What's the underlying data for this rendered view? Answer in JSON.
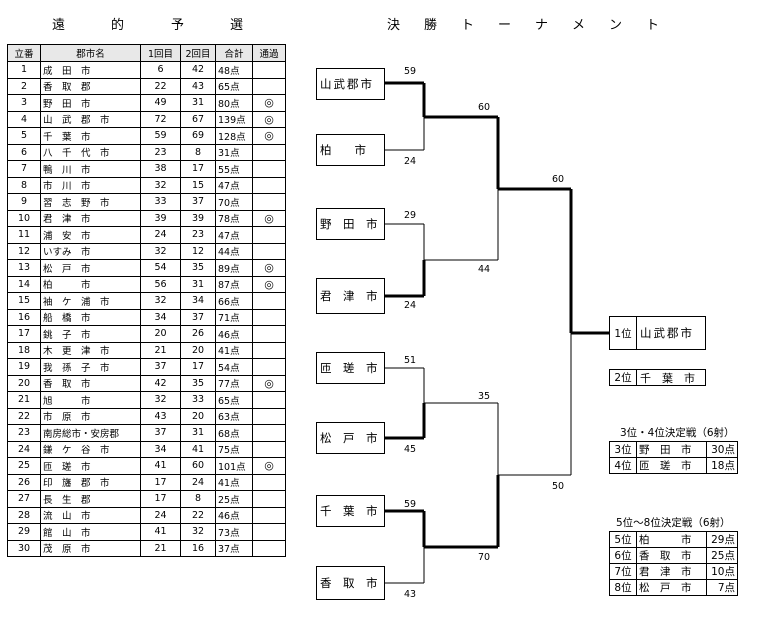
{
  "titles": {
    "qualifying": [
      "遠",
      "的",
      "予",
      "選"
    ],
    "tournament": [
      "決",
      "勝",
      "ト",
      "ー",
      "ナ",
      "メ",
      "ン",
      "ト"
    ]
  },
  "table": {
    "headers": [
      "立番",
      "郡市名",
      "1回目",
      "2回目",
      "合計",
      "通過"
    ],
    "rows": [
      {
        "no": "1",
        "city": "成　田　市",
        "r1": "6",
        "r2": "42",
        "total": "48点",
        "pass": ""
      },
      {
        "no": "2",
        "city": "香　取　郡",
        "r1": "22",
        "r2": "43",
        "total": "65点",
        "pass": ""
      },
      {
        "no": "3",
        "city": "野　田　市",
        "r1": "49",
        "r2": "31",
        "total": "80点",
        "pass": "◎"
      },
      {
        "no": "4",
        "city": "山　武　郡　市",
        "r1": "72",
        "r2": "67",
        "total": "139点",
        "pass": "◎"
      },
      {
        "no": "5",
        "city": "千　葉　市",
        "r1": "59",
        "r2": "69",
        "total": "128点",
        "pass": "◎"
      },
      {
        "no": "6",
        "city": "八　千　代　市",
        "r1": "23",
        "r2": "8",
        "total": "31点",
        "pass": ""
      },
      {
        "no": "7",
        "city": "鴨　川　市",
        "r1": "38",
        "r2": "17",
        "total": "55点",
        "pass": ""
      },
      {
        "no": "8",
        "city": "市　川　市",
        "r1": "32",
        "r2": "15",
        "total": "47点",
        "pass": ""
      },
      {
        "no": "9",
        "city": "習　志　野　市",
        "r1": "33",
        "r2": "37",
        "total": "70点",
        "pass": ""
      },
      {
        "no": "10",
        "city": "君　津　市",
        "r1": "39",
        "r2": "39",
        "total": "78点",
        "pass": "◎"
      },
      {
        "no": "11",
        "city": "浦　安　市",
        "r1": "24",
        "r2": "23",
        "total": "47点",
        "pass": ""
      },
      {
        "no": "12",
        "city": "いすみ　市",
        "r1": "32",
        "r2": "12",
        "total": "44点",
        "pass": ""
      },
      {
        "no": "13",
        "city": "松　戸　市",
        "r1": "54",
        "r2": "35",
        "total": "89点",
        "pass": "◎"
      },
      {
        "no": "14",
        "city": "柏　　　市",
        "r1": "56",
        "r2": "31",
        "total": "87点",
        "pass": "◎"
      },
      {
        "no": "15",
        "city": "袖　ケ　浦　市",
        "r1": "32",
        "r2": "34",
        "total": "66点",
        "pass": ""
      },
      {
        "no": "16",
        "city": "船　橋　市",
        "r1": "34",
        "r2": "37",
        "total": "71点",
        "pass": ""
      },
      {
        "no": "17",
        "city": "銚　子　市",
        "r1": "20",
        "r2": "26",
        "total": "46点",
        "pass": ""
      },
      {
        "no": "18",
        "city": "木　更　津　市",
        "r1": "21",
        "r2": "20",
        "total": "41点",
        "pass": ""
      },
      {
        "no": "19",
        "city": "我　孫　子　市",
        "r1": "37",
        "r2": "17",
        "total": "54点",
        "pass": ""
      },
      {
        "no": "20",
        "city": "香　取　市",
        "r1": "42",
        "r2": "35",
        "total": "77点",
        "pass": "◎"
      },
      {
        "no": "21",
        "city": "旭　　　市",
        "r1": "32",
        "r2": "33",
        "total": "65点",
        "pass": ""
      },
      {
        "no": "22",
        "city": "市　原　市",
        "r1": "43",
        "r2": "20",
        "total": "63点",
        "pass": ""
      },
      {
        "no": "23",
        "city": "南房総市・安房郡",
        "r1": "37",
        "r2": "31",
        "total": "68点",
        "pass": ""
      },
      {
        "no": "24",
        "city": "鎌　ケ　谷　市",
        "r1": "34",
        "r2": "41",
        "total": "75点",
        "pass": ""
      },
      {
        "no": "25",
        "city": "匝　瑳　市",
        "r1": "41",
        "r2": "60",
        "total": "101点",
        "pass": "◎"
      },
      {
        "no": "26",
        "city": "印　旛　郡　市",
        "r1": "17",
        "r2": "24",
        "total": "41点",
        "pass": ""
      },
      {
        "no": "27",
        "city": "長　生　郡",
        "r1": "17",
        "r2": "8",
        "total": "25点",
        "pass": ""
      },
      {
        "no": "28",
        "city": "流　山　市",
        "r1": "24",
        "r2": "22",
        "total": "46点",
        "pass": ""
      },
      {
        "no": "29",
        "city": "館　山　市",
        "r1": "41",
        "r2": "32",
        "total": "73点",
        "pass": ""
      },
      {
        "no": "30",
        "city": "茂　原　市",
        "r1": "21",
        "r2": "16",
        "total": "37点",
        "pass": ""
      }
    ]
  },
  "bracket": {
    "teams": [
      "山武郡市",
      "柏　　市",
      "野　田　市",
      "君　津　市",
      "匝　瑳　市",
      "松　戸　市",
      "千　葉　市",
      "香　取　市"
    ],
    "first_round_scores": [
      "59",
      "24",
      "29",
      "24",
      "51",
      "45",
      "59",
      "43"
    ],
    "semi_scores": [
      "60",
      "44",
      "35",
      "70"
    ],
    "final_scores": [
      "60",
      "50"
    ]
  },
  "results": {
    "first": {
      "rank": "1位",
      "name": "山武郡市"
    },
    "second": {
      "rank": "2位",
      "name": "千　葉　市"
    },
    "third_title": "3位・4位決定戦（6射）",
    "third_rows": [
      {
        "rank": "3位",
        "name": "野　田　市",
        "score": "30点"
      },
      {
        "rank": "4位",
        "name": "匝　瑳　市",
        "score": "18点"
      }
    ],
    "fifth_title": "5位～8位決定戦（6射）",
    "fifth_rows": [
      {
        "rank": "5位",
        "name": "柏　　　市",
        "score": "29点"
      },
      {
        "rank": "6位",
        "name": "香　取　市",
        "score": "25点"
      },
      {
        "rank": "7位",
        "name": "君　津　市",
        "score": "10点"
      },
      {
        "rank": "8位",
        "name": "松　戸　市",
        "score": "7点"
      }
    ]
  }
}
